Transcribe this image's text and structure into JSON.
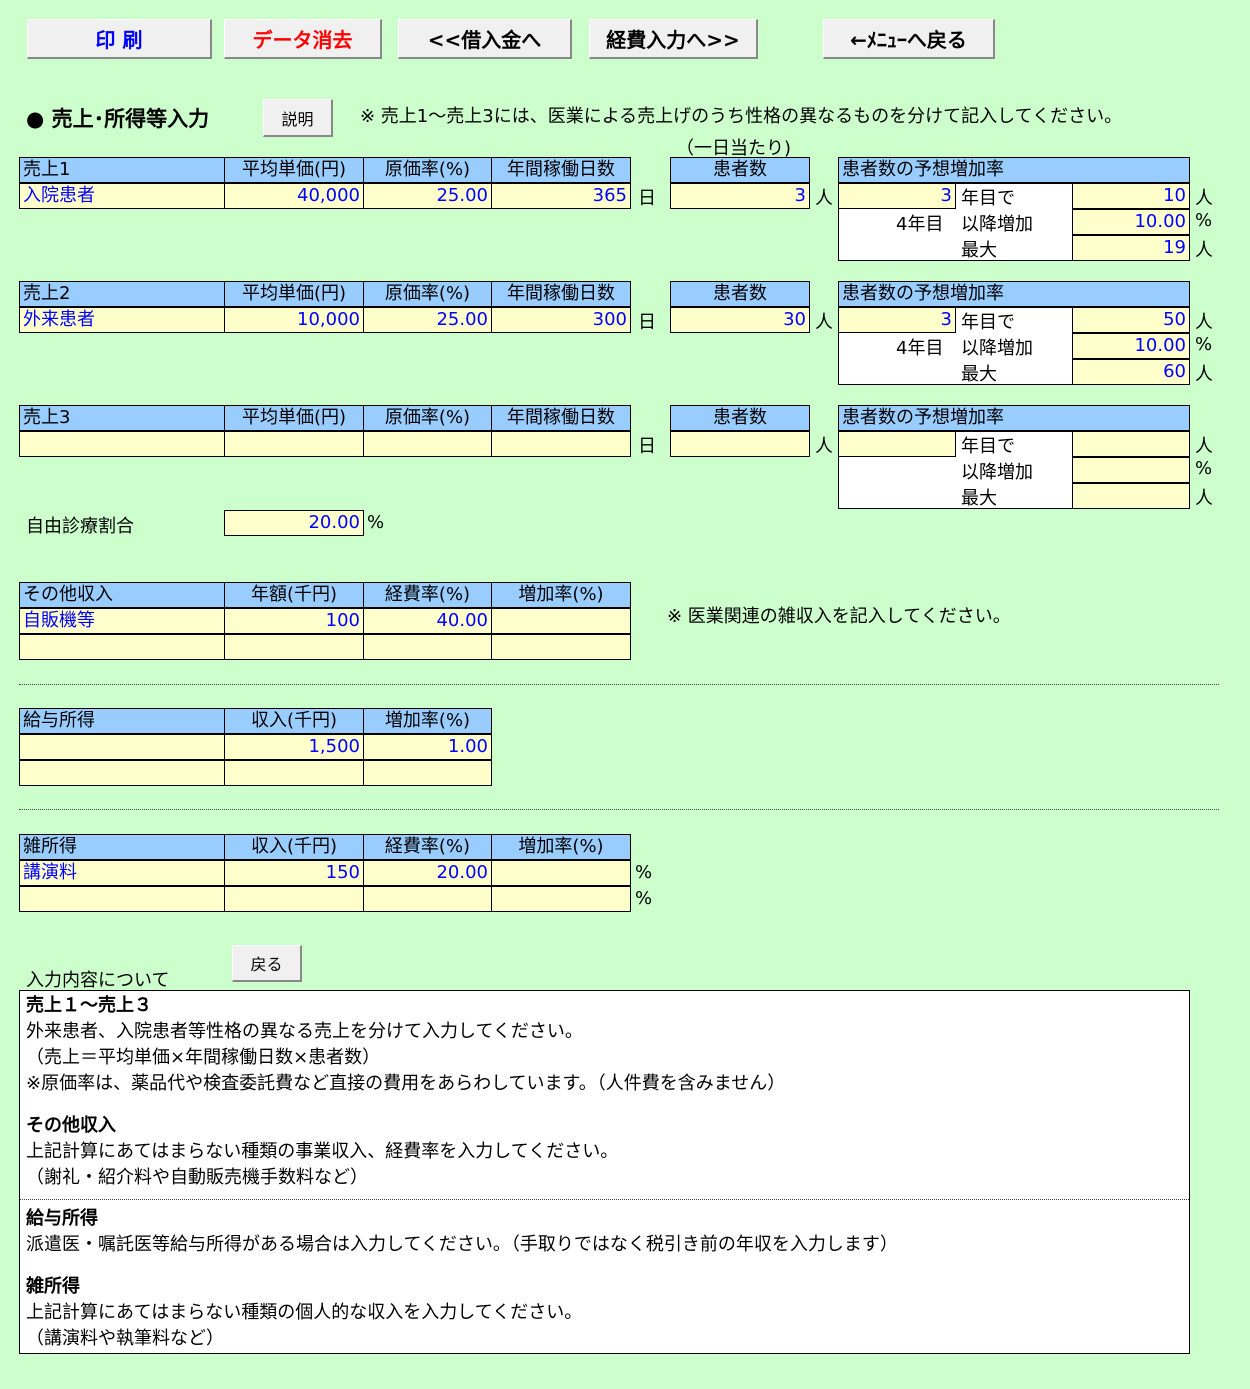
{
  "toolbar": {
    "print": "印 刷",
    "clear": "データ消去",
    "prev": "<<借入金へ",
    "next": "経費入力へ>>",
    "menu": "←ﾒﾆｭｰへ戻る"
  },
  "section": {
    "title": "● 売上･所得等入力",
    "help_button": "説明",
    "note": "※ 売上1～売上3には、医業による売上げのうち性格の異なるものを分けて記入してください。",
    "per_day": "（一日当たり)"
  },
  "sales_headers": {
    "price": "平均単価(円)",
    "cost_rate": "原価率(%)",
    "days": "年間稼働日数",
    "patients": "患者数",
    "growth": "患者数の予想増加率",
    "day_unit": "日",
    "person_unit": "人",
    "percent_unit": "%",
    "years_suffix": "年目で",
    "after": "以降増加",
    "max": "最大"
  },
  "sales": [
    {
      "title": "売上1",
      "name": "入院患者",
      "price": "40,000",
      "cost_rate": "25.00",
      "days": "365",
      "patients": "3",
      "years": "3",
      "after_label": "4年目",
      "until_count": "10",
      "rate": "10.00",
      "max": "19"
    },
    {
      "title": "売上2",
      "name": "外来患者",
      "price": "10,000",
      "cost_rate": "25.00",
      "days": "300",
      "patients": "30",
      "years": "3",
      "after_label": "4年目",
      "until_count": "50",
      "rate": "10.00",
      "max": "60"
    },
    {
      "title": "売上3",
      "name": "",
      "price": "",
      "cost_rate": "",
      "days": "",
      "patients": "",
      "years": "",
      "after_label": "",
      "until_count": "",
      "rate": "",
      "max": ""
    }
  ],
  "free_care": {
    "label": "自由診療割合",
    "value": "20.00",
    "unit": "%"
  },
  "other_income": {
    "headers": [
      "その他収入",
      "年額(千円)",
      "経費率(%)",
      "増加率(%)"
    ],
    "rows": [
      [
        "自販機等",
        "100",
        "40.00",
        ""
      ],
      [
        "",
        "",
        "",
        ""
      ]
    ],
    "note": "※ 医業関連の雑収入を記入してください。"
  },
  "salary": {
    "headers": [
      "給与所得",
      "収入(千円)",
      "増加率(%)"
    ],
    "rows": [
      [
        "",
        "1,500",
        "1.00"
      ],
      [
        "",
        "",
        ""
      ]
    ]
  },
  "misc": {
    "headers": [
      "雑所得",
      "収入(千円)",
      "経費率(%)",
      "増加率(%)"
    ],
    "rows": [
      [
        "講演料",
        "150",
        "20.00",
        ""
      ],
      [
        "",
        "",
        "",
        ""
      ]
    ],
    "unit": "%"
  },
  "explain": {
    "title": "入力内容について",
    "back": "戻る",
    "s1_title": "売上１～売上３",
    "s1_l1": "外来患者、入院患者等性格の異なる売上を分けて入力してください。",
    "s1_l2": "（売上＝平均単価×年間稼働日数×患者数）",
    "s1_l3": "※原価率は、薬品代や検査委託費など直接の費用をあらわしています。（人件費を含みません）",
    "s2_title": "その他収入",
    "s2_l1": "上記計算にあてはまらない種類の事業収入、経費率を入力してください。",
    "s2_l2": "（謝礼・紹介料や自動販売機手数料など）",
    "s3_title": "給与所得",
    "s3_l1": "派遣医・嘱託医等給与所得がある場合は入力してください。（手取りではなく税引き前の年収を入力します）",
    "s4_title": "雑所得",
    "s4_l1": "上記計算にあてはまらない種類の個人的な収入を入力してください。",
    "s4_l2": "（講演料や執筆料など）"
  }
}
